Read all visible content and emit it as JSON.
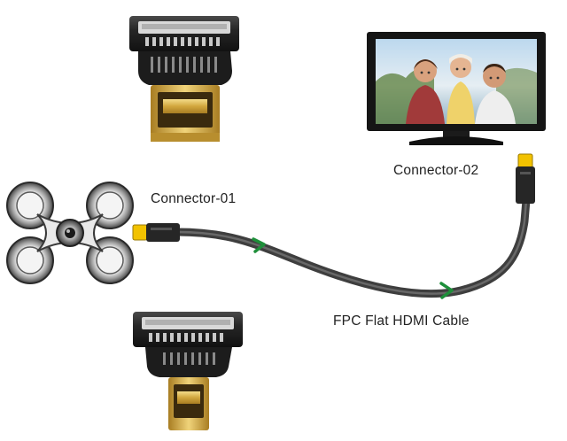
{
  "labels": {
    "connector_01": "Connector-01",
    "connector_02": "Connector-02",
    "cable": "FPC Flat HDMI Cable"
  },
  "colors": {
    "cable": "#4a4a4a",
    "arrow": "#1e8f3a",
    "gold": "#d9b24a",
    "connector_body": "#2b2b2b",
    "tv_frame": "#151515",
    "hdmi_tip": "#f2c200"
  },
  "icons": {
    "top_adapter": "mini-hdmi-fpc-adapter",
    "bottom_adapter": "micro-hdmi-fpc-adapter",
    "camera_mount": "quad-suction-cup-mount",
    "display": "tv-monitor"
  }
}
